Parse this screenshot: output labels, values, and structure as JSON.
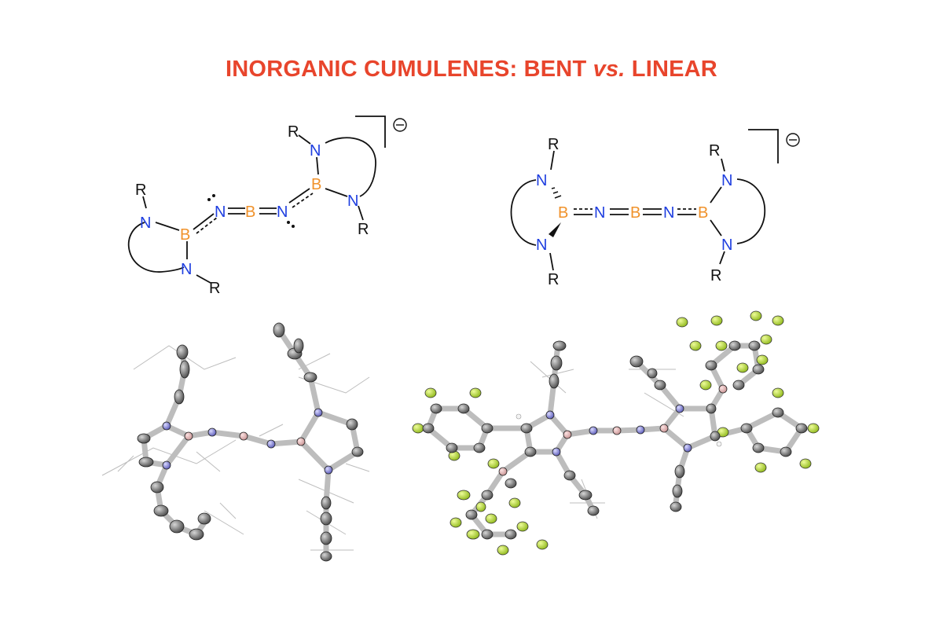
{
  "title": {
    "prefix": "INORGANIC CUMULENES: BENT ",
    "vs": "vs.",
    "suffix": " LINEAR",
    "color": "#e8452c"
  },
  "colors": {
    "boron": "#f0922b",
    "nitrogen": "#1f3fe0",
    "bond": "#111111",
    "fluorine": "#b8e22a",
    "carbon_ellipsoid": "#6a6a6a",
    "boron_ellipsoid": "#e6b4b4",
    "nitrogen_ellipsoid": "#8a8ad6",
    "stick": "#bdbdbd"
  },
  "structures": {
    "bent": {
      "name": "bent-cumulene",
      "atoms": {
        "R": "R",
        "N": "N",
        "B": "B"
      },
      "charge": "−"
    },
    "linear": {
      "name": "linear-cumulene",
      "atoms": {
        "R": "R",
        "N": "N",
        "B": "B"
      },
      "charge": "−"
    }
  },
  "crystal_structures": {
    "left": "bent crystal structure",
    "right": "linear crystal structure"
  }
}
